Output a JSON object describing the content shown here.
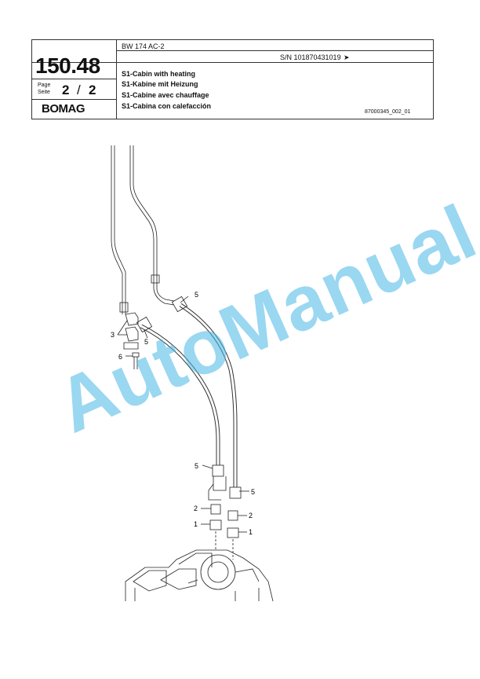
{
  "header": {
    "page_number": "150.48",
    "page_label_en": "Page",
    "page_label_de": "Seite",
    "page_current": "2",
    "page_separator": "/",
    "page_total": "2",
    "brand": "BOMAG",
    "model": "BW 174 AC-2",
    "serial": "S/N 101870431019",
    "serial_arrow": "➤",
    "titles": [
      "S1-Cabin with heating",
      "S1-Kabine mit Heizung",
      "S1-Cabine avec chauffage",
      "S1-Cabina con calefacción"
    ],
    "document_number": "87000345_002_01"
  },
  "callouts": {
    "c5_top": "5",
    "c3": "3",
    "c5_mid": "5",
    "c6": "6",
    "c5_left": "5",
    "c5_right": "5",
    "c2_left": "2",
    "c2_right": "2",
    "c1_left": "1",
    "c1_right": "1"
  },
  "watermark": "AutoManual"
}
